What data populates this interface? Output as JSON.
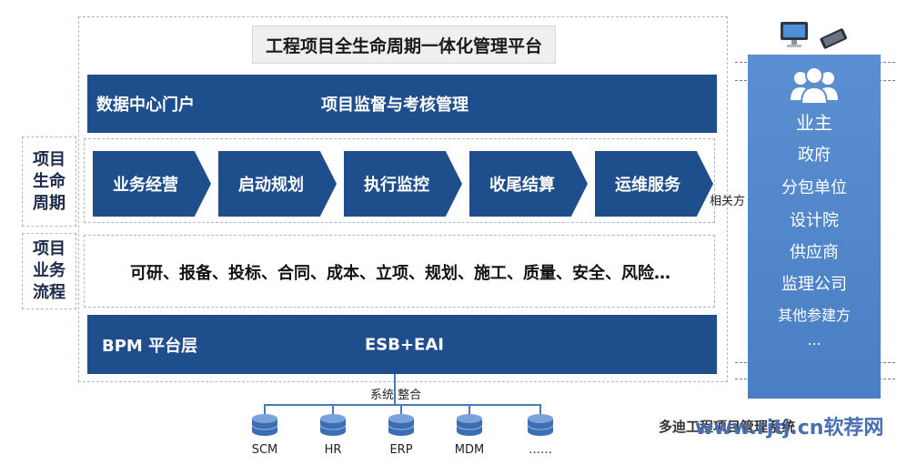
{
  "title": "工程项目全生命周期一体化管理平台",
  "portal_band": {
    "left": "数据中心门户",
    "right": "项目监督与考核管理"
  },
  "lifecycle": {
    "label": [
      "项目",
      "生命",
      "周期"
    ],
    "stages": [
      "业务经营",
      "启动规划",
      "执行监控",
      "收尾结算",
      "运维服务"
    ]
  },
  "business_process": {
    "label": [
      "项目",
      "业务",
      "流程"
    ],
    "text": "可研、报备、投标、合同、成本、立项、规划、施工、质量、安全、风险…"
  },
  "bpm_band": {
    "left": "BPM  平台层",
    "right": "ESB+EAI"
  },
  "integration_label": "系统 整合",
  "related_party_label": "相关方",
  "stakeholders": [
    "业主",
    "政府",
    "分包单位",
    "设计院",
    "供应商",
    "监理公司",
    "其他参建方",
    "..."
  ],
  "systems": [
    "SCM",
    "HR",
    "ERP",
    "MDM",
    "……"
  ],
  "watermark": {
    "text_dark": "多迪工程项目管理系统",
    "text_brand": "www.rjtj.cn软荐网"
  },
  "colors": {
    "primary": "#1f4e8c",
    "panel": "#5b8fd2",
    "db": "#3d6eb4"
  },
  "icons": [
    "monitor-icon",
    "phone-icon",
    "users-icon",
    "database-icon"
  ]
}
